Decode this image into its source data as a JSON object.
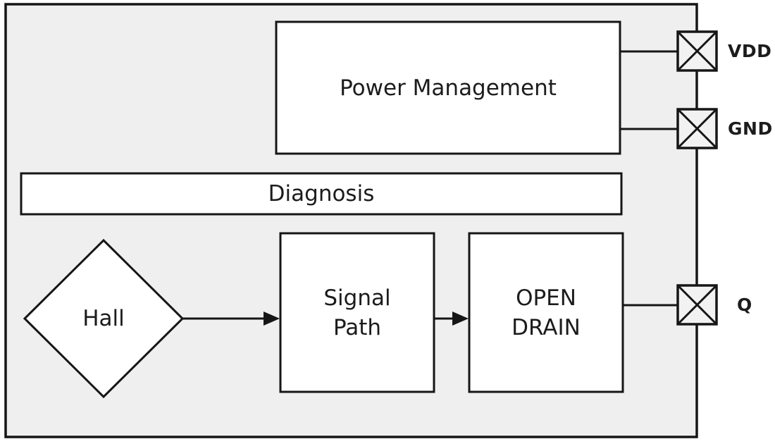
{
  "diagram": {
    "description": "Hall sensor IC functional block diagram",
    "blocks": {
      "power_management": {
        "label": "Power Management"
      },
      "diagnosis": {
        "label": "Diagnosis"
      },
      "hall": {
        "label": "Hall"
      },
      "signal_path": {
        "lines": [
          "Signal",
          "Path"
        ]
      },
      "open_drain": {
        "lines": [
          "OPEN",
          "DRAIN"
        ]
      }
    },
    "pins": [
      {
        "name": "VDD"
      },
      {
        "name": "GND"
      },
      {
        "name": "Q"
      }
    ],
    "connections": [
      {
        "from": "hall",
        "to": "signal_path",
        "type": "arrow"
      },
      {
        "from": "signal_path",
        "to": "open_drain",
        "type": "arrow"
      },
      {
        "from": "power_management",
        "to": "VDD",
        "type": "line"
      },
      {
        "from": "power_management",
        "to": "GND",
        "type": "line"
      },
      {
        "from": "open_drain",
        "to": "Q",
        "type": "line"
      }
    ],
    "colors": {
      "canvas_bg": "#ffffff",
      "chip_fill": "#efefef",
      "block_fill": "#ffffff",
      "pin_fill": "#f2f2f2",
      "stroke": "#161616",
      "text": "#1c1c1c"
    }
  }
}
